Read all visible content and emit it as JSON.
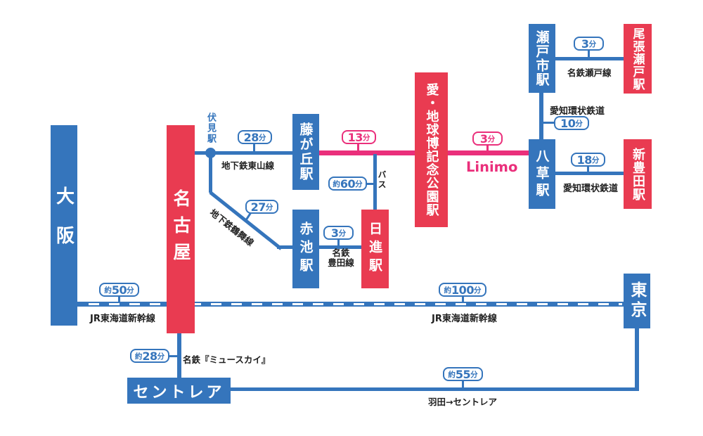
{
  "colors": {
    "blue": "#3575bc",
    "red": "#e93b51",
    "pink": "#ea2f7b",
    "ink": "#1f1f1f"
  },
  "stations": {
    "osaka": "大阪",
    "nagoya": "名古屋",
    "fushimi": "伏見駅",
    "fujigaoka": "藤が丘駅",
    "akaike": "赤池駅",
    "nisshin": "日進駅",
    "expo": "愛・地球博記念公園駅",
    "yakusa": "八草駅",
    "setoshi": "瀬戸市駅",
    "owari_seto": "尾張瀬戸駅",
    "shin_toyota": "新豊田駅",
    "tokyo": "東京",
    "centrair": "セントレア"
  },
  "lines": {
    "higashiyama": "地下鉄東山線",
    "tsurumai": "地下鉄鶴舞線",
    "linimo": "Linimo",
    "bus": "バス",
    "meitetsu_toyota_l1": "名鉄",
    "meitetsu_toyota_l2": "豊田線",
    "meitetsu_seto": "名鉄瀬戸線",
    "aikan_north": "愛知環状鉄道",
    "aikan_east": "愛知環状鉄道",
    "shinkansen_west": "JR東海道新幹線",
    "shinkansen_east": "JR東海道新幹線",
    "musky": "名鉄『ミュースカイ』",
    "haneda": "羽田→セントレア"
  },
  "durations": {
    "higashiyama": {
      "prefix": "",
      "value": "28",
      "suffix": "分"
    },
    "tsurumai": {
      "prefix": "",
      "value": "27",
      "suffix": "分"
    },
    "linimo_west": {
      "prefix": "",
      "value": "13",
      "suffix": "分"
    },
    "linimo_east": {
      "prefix": "",
      "value": "3",
      "suffix": "分"
    },
    "bus": {
      "prefix": "約",
      "value": "60",
      "suffix": "分"
    },
    "meitetsu_toyota": {
      "prefix": "",
      "value": "3",
      "suffix": "分"
    },
    "meitetsu_seto": {
      "prefix": "",
      "value": "3",
      "suffix": "分"
    },
    "aikan_north": {
      "prefix": "",
      "value": "10",
      "suffix": "分"
    },
    "aikan_east": {
      "prefix": "",
      "value": "18",
      "suffix": "分"
    },
    "shinkansen_west": {
      "prefix": "約",
      "value": "50",
      "suffix": "分"
    },
    "shinkansen_east": {
      "prefix": "約",
      "value": "100",
      "suffix": "分"
    },
    "musky": {
      "prefix": "約",
      "value": "28",
      "suffix": "分"
    },
    "haneda": {
      "prefix": "約",
      "value": "55",
      "suffix": "分"
    }
  }
}
